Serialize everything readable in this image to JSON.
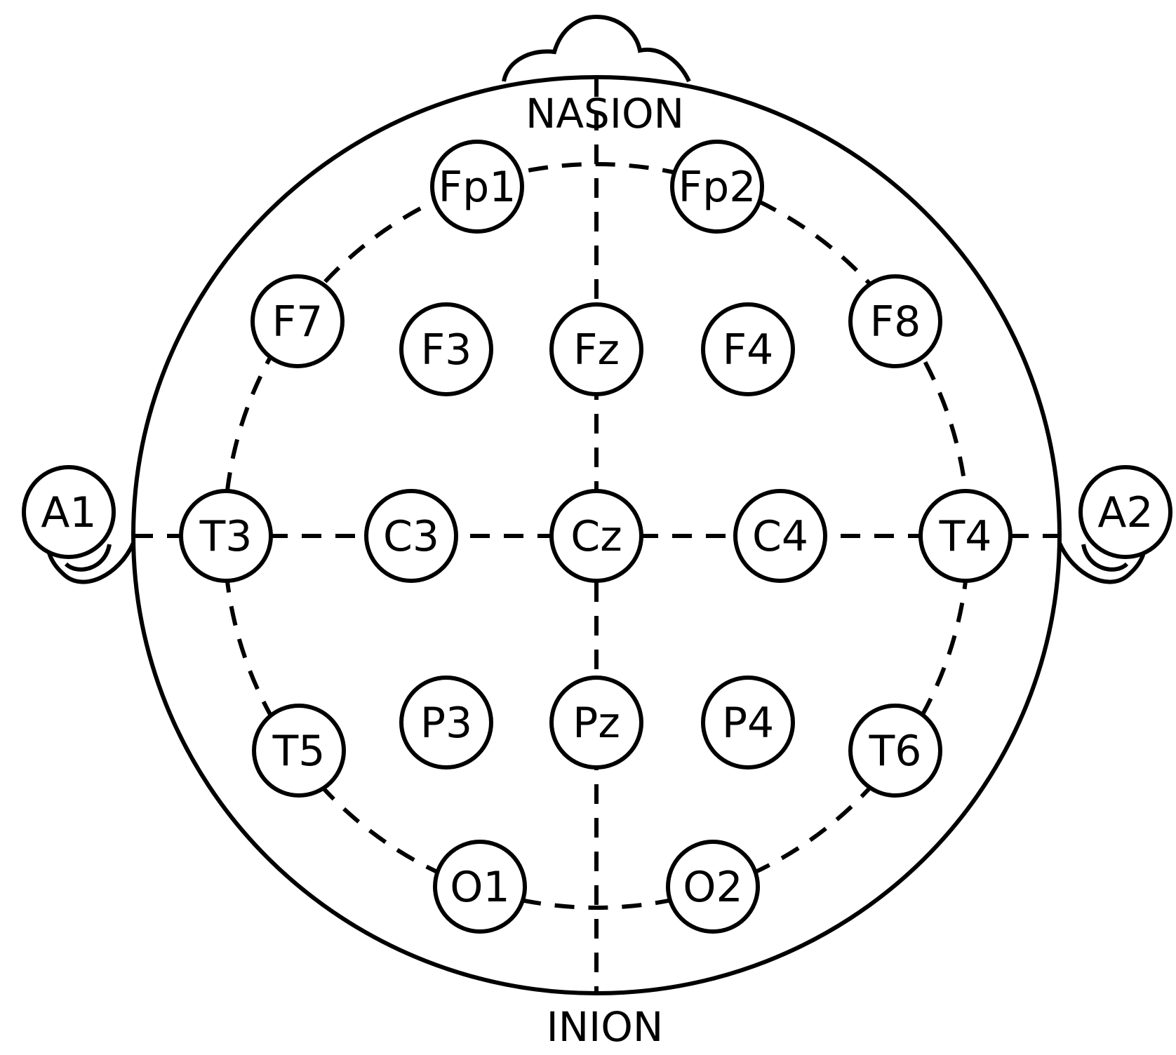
{
  "diagram": {
    "landmarks": {
      "nasion": "NASION",
      "inion": "INION"
    },
    "electrodes": {
      "fp1": "Fp1",
      "fp2": "Fp2",
      "f7": "F7",
      "f3": "F3",
      "fz": "Fz",
      "f4": "F4",
      "f8": "F8",
      "a1": "A1",
      "t3": "T3",
      "c3": "C3",
      "cz": "Cz",
      "c4": "C4",
      "t4": "T4",
      "a2": "A2",
      "t5": "T5",
      "p3": "P3",
      "pz": "Pz",
      "p4": "P4",
      "t6": "T6",
      "o1": "O1",
      "o2": "O2"
    },
    "colors": {
      "line": "#000000",
      "background": "#ffffff"
    }
  }
}
